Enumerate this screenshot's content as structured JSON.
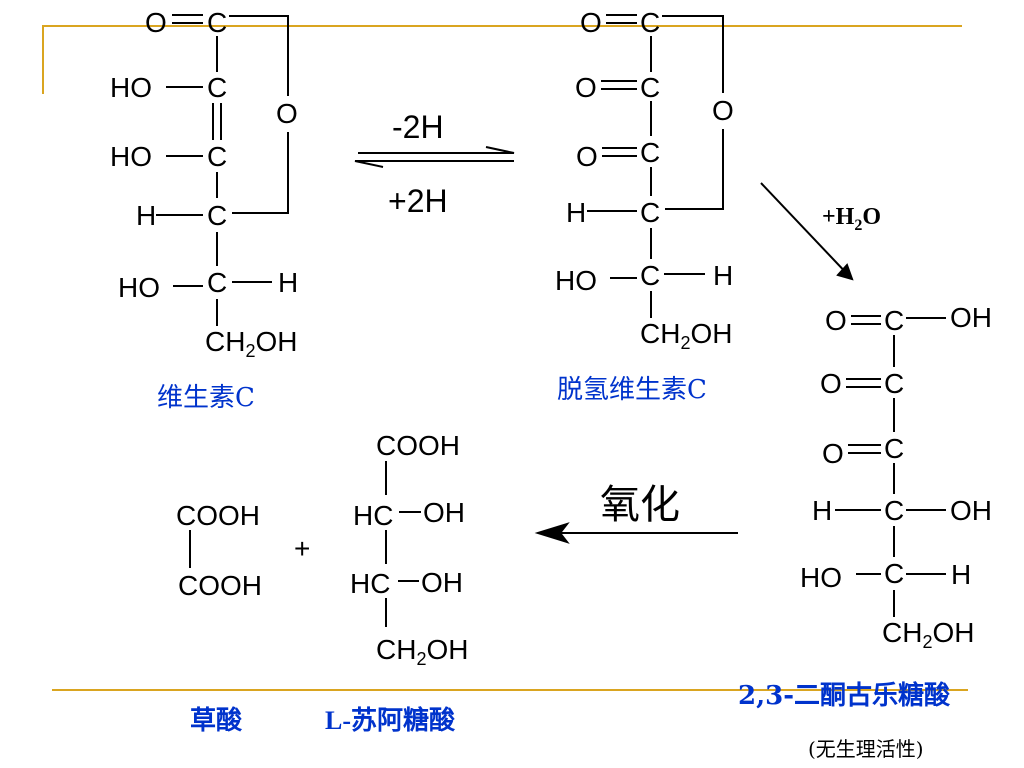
{
  "slide": {
    "accent_color": "#daa520",
    "caption_color": "#0033cc",
    "arrow1": {
      "forward": "-2H",
      "reverse": "+2H"
    },
    "arrow2": {
      "plus": "+H",
      "sub": "2",
      "tail": "O"
    },
    "arrow3": {
      "label": "氧化"
    },
    "plus_sign": "+"
  },
  "atoms": {
    "O": "O",
    "C": "C",
    "H": "H",
    "HO": "HO",
    "OH": "OH",
    "CH": "CH",
    "sub2": "2",
    "COOH": "COOH",
    "HC": "HC"
  },
  "captions": {
    "vitamin_c": "维生素C",
    "dehydro_vitamin_c": "脱氢维生素C",
    "diketogulonic_acid": "2,3-二酮古乐糖酸",
    "no_activity": "(无生理活性)",
    "oxalic_acid": "草酸",
    "threonic_prefix": "L-",
    "threonic_acid": "苏阿糖酸"
  }
}
